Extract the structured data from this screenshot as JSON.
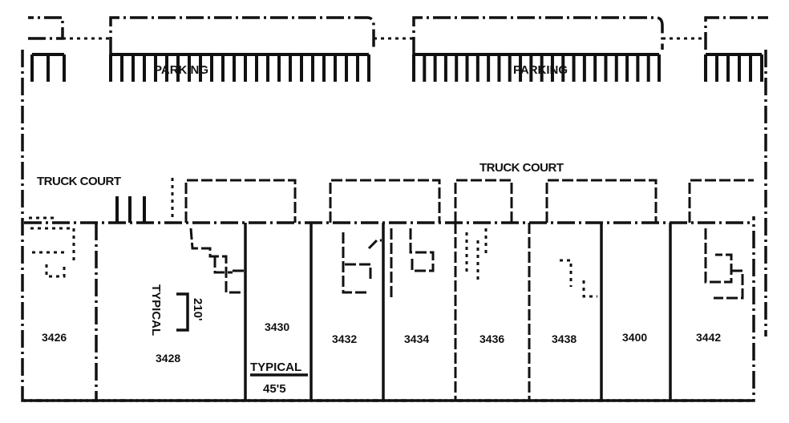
{
  "labels": {
    "parking_left": "PARKING",
    "parking_right": "PARKING",
    "truck_court_left": "TRUCK COURT",
    "truck_court_right": "TRUCK COURT",
    "typical_depth": "TYPICAL",
    "depth_dim": "210'",
    "typical_width": "TYPICAL",
    "width_dim": "45'5"
  },
  "units": [
    "3426",
    "3428",
    "3430",
    "3432",
    "3434",
    "3436",
    "3438",
    "3400",
    "3442"
  ]
}
